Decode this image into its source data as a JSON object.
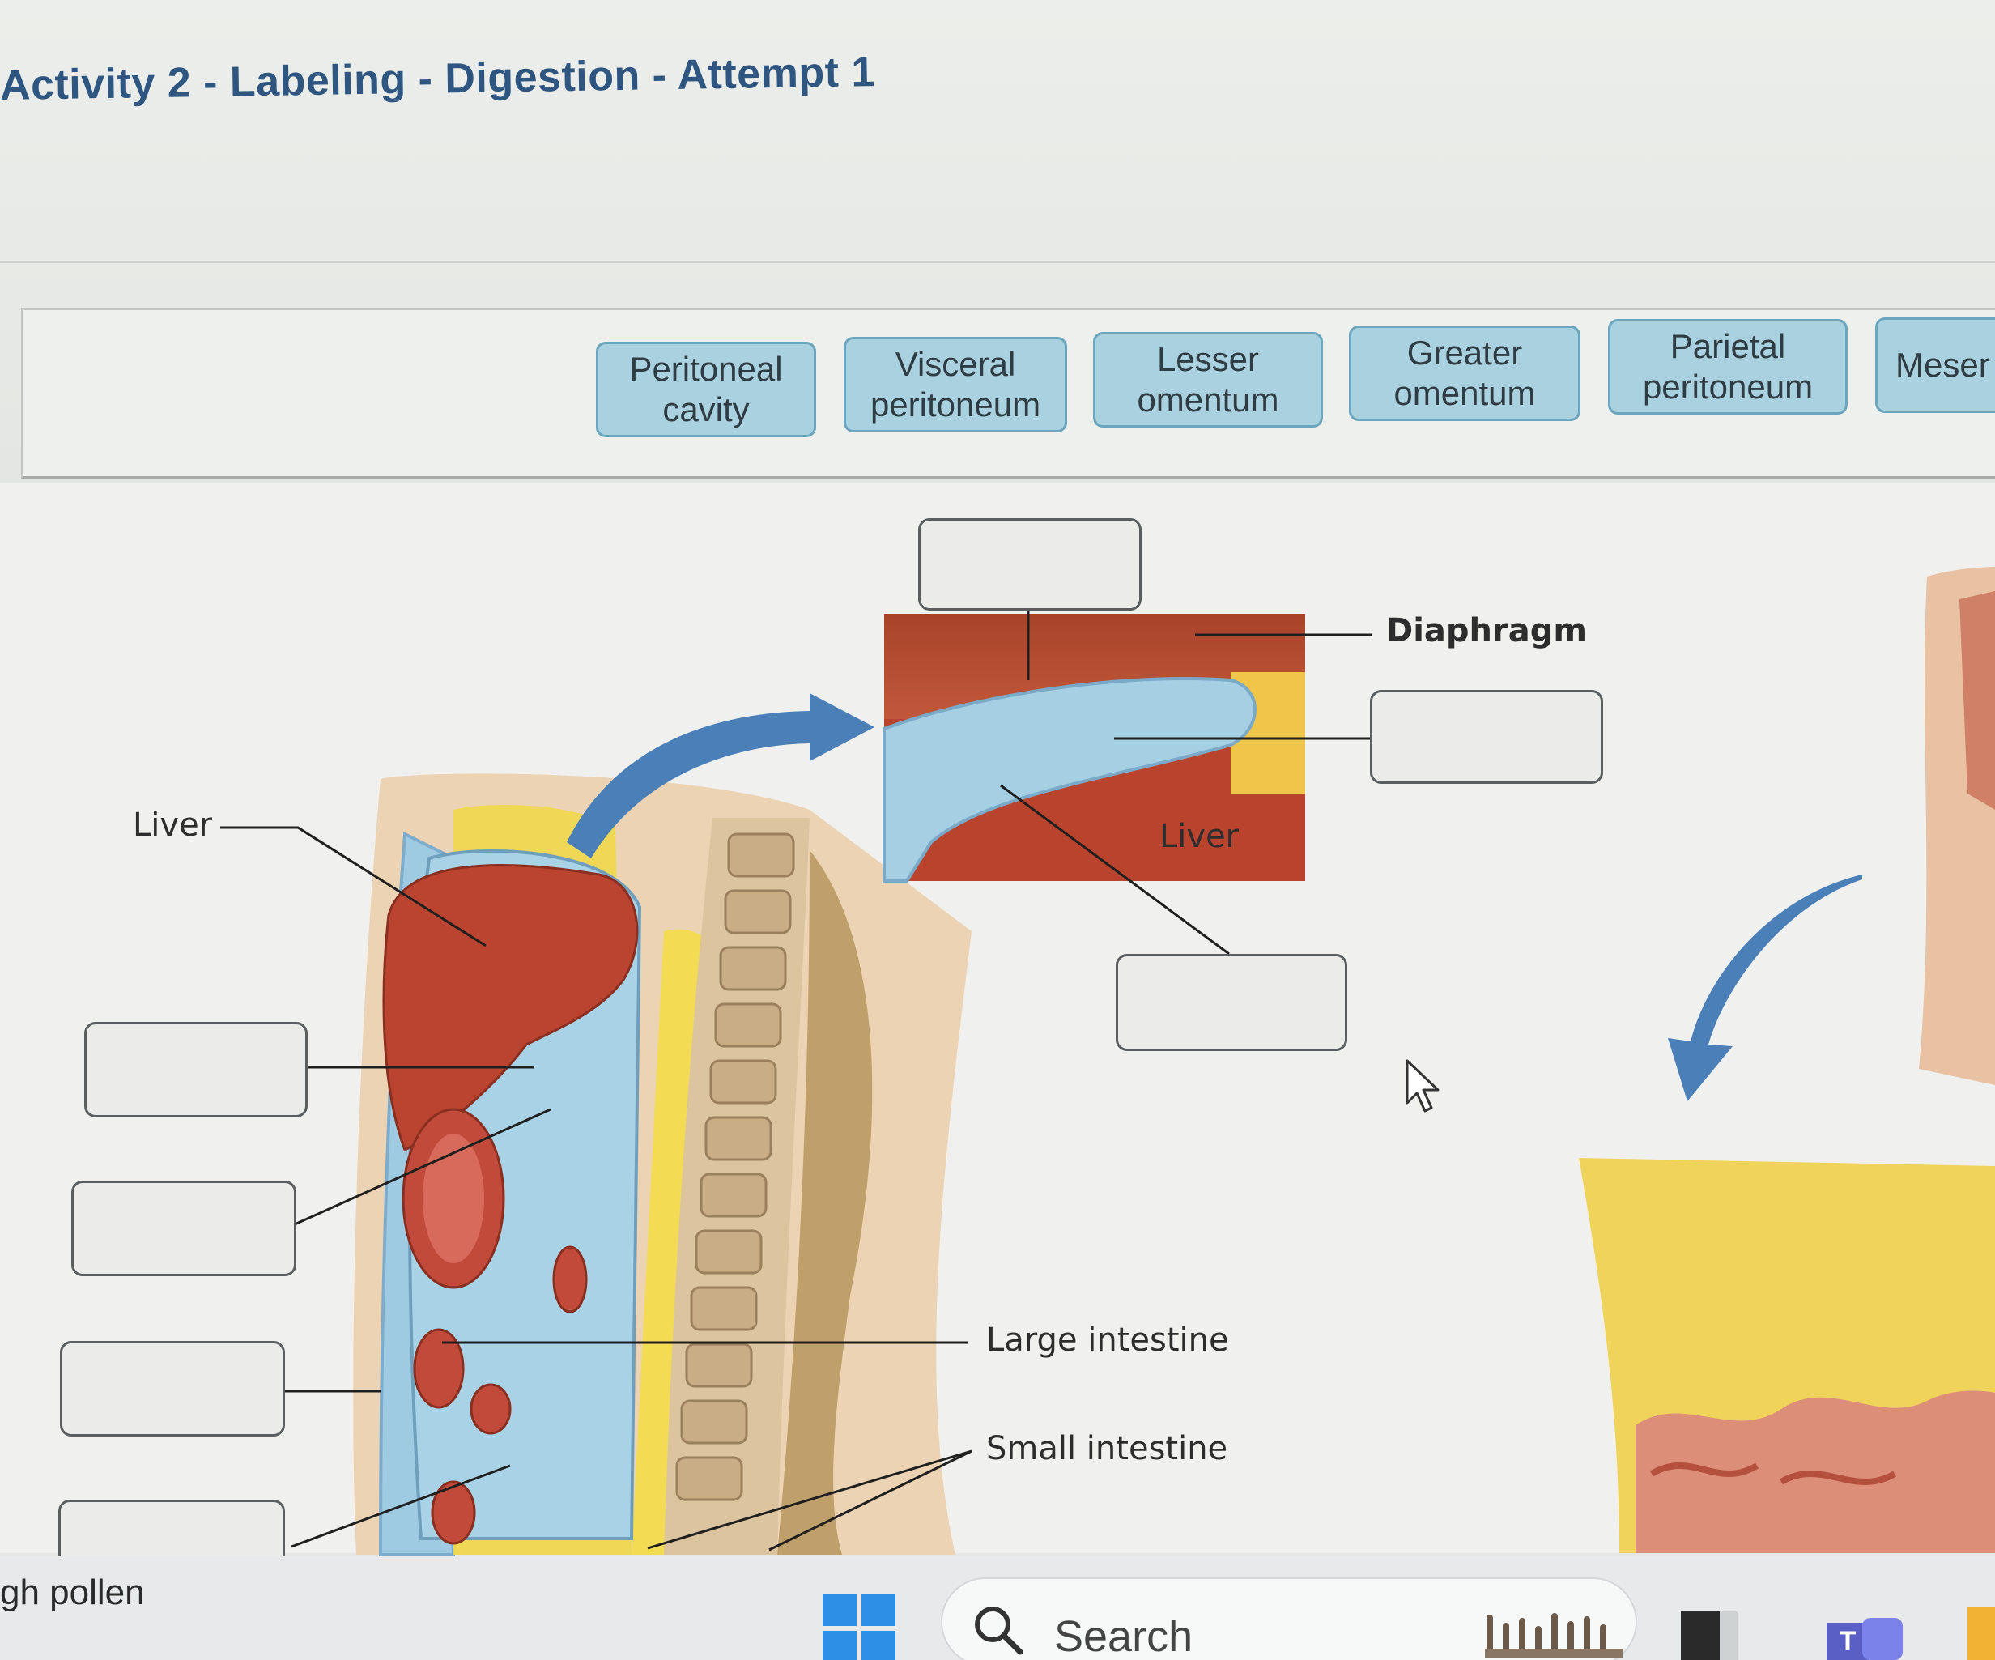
{
  "page_title": "Activity 2 - Labeling - Digestion - Attempt 1",
  "label_bank": [
    {
      "label": "Peritoneal\ncavity"
    },
    {
      "label": "Visceral\nperitoneum"
    },
    {
      "label": "Lesser\nomentum"
    },
    {
      "label": "Greater\nomentum"
    },
    {
      "label": "Parietal\nperitoneum"
    },
    {
      "label": "Meser"
    }
  ],
  "diagram_labels": {
    "liver": "Liver",
    "diaphragm": "Diaphragm",
    "inset_liver": "Liver",
    "large_intestine": "Large intestine",
    "small_intestine": "Small intestine"
  },
  "status_text": "gh pollen",
  "taskbar": {
    "search_label": "Search"
  },
  "colors": {
    "chip_fill": "#a9d1df",
    "chip_border": "#6aa6bd",
    "title": "#2f5680",
    "arrow": "#4a7fb8",
    "peritoneum": "#9fcbe2",
    "liver": "#b9412c",
    "fat": "#f1d84d"
  }
}
